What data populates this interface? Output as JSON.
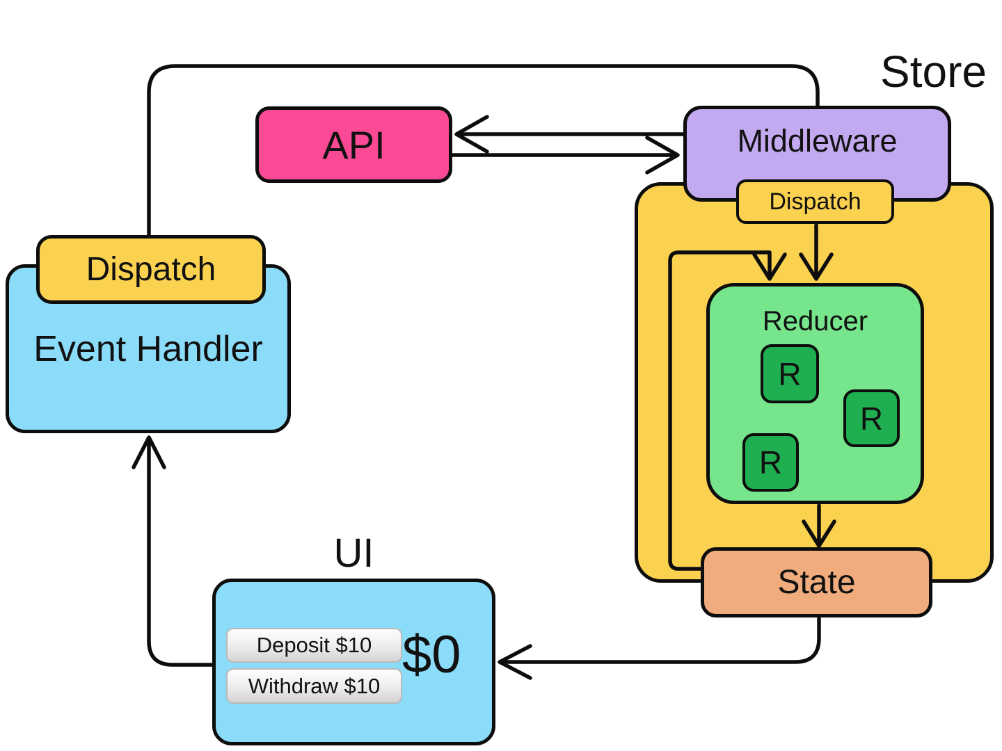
{
  "colors": {
    "api": "#FA4A96",
    "middleware": "#C3A9EF",
    "store": "#FBD250",
    "reducer": "#76E58C",
    "reducer_unit": "#1FAF51",
    "state": "#F1AC7E",
    "panel_blue": "#8BDCF9",
    "line": "#0D0D0D"
  },
  "nodes": {
    "api": {
      "label": "API"
    },
    "middleware": {
      "label": "Middleware"
    },
    "store": {
      "label": "Store"
    },
    "store_dispatch": {
      "label": "Dispatch"
    },
    "reducer": {
      "label": "Reducer",
      "units": [
        "R",
        "R",
        "R"
      ]
    },
    "state": {
      "label": "State"
    },
    "event_handler": {
      "label": "Event Handler"
    },
    "event_handler_dispatch": {
      "label": "Dispatch"
    },
    "ui": {
      "label": "UI",
      "balance": "$0",
      "buttons": [
        {
          "label": "Deposit $10"
        },
        {
          "label": "Withdraw $10"
        }
      ]
    }
  }
}
